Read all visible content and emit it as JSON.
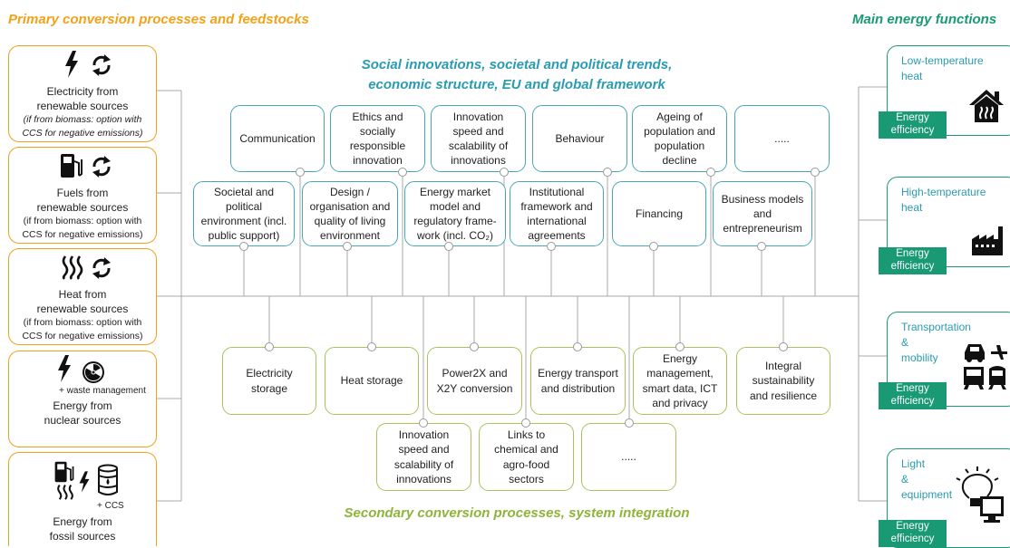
{
  "headers": {
    "left": "Primary conversion processes and feedstocks",
    "right": "Main energy functions",
    "top_line1": "Social innovations, societal and political trends,",
    "top_line2": "economic structure, EU and global framework",
    "bottom": "Secondary conversion processes, system integration"
  },
  "primary": [
    {
      "l1": "Electricity from",
      "l2": "renewable sources",
      "n1": "(if from biomass: option with",
      "n2": "CCS for negative emissions)"
    },
    {
      "l1": "Fuels from",
      "l2": "renewable sources",
      "n1": "(if from biomass: option with",
      "n2": "CCS for negative emissions)"
    },
    {
      "l1": "Heat from",
      "l2": "renewable sources",
      "n1": "(if from biomass: option with",
      "n2": "CCS for negative emissions)"
    },
    {
      "l1": "Energy from",
      "l2": "nuclear sources",
      "extra": "+ waste management"
    },
    {
      "l1": "Energy from",
      "l2": "fossil sources",
      "extra": "+ CCS"
    }
  ],
  "functions": [
    {
      "l1": "Low-temperature",
      "l2": "heat",
      "eff1": "Energy",
      "eff2": "efficiency"
    },
    {
      "l1": "High-temperature",
      "l2": "heat",
      "eff1": "Energy",
      "eff2": "efficiency"
    },
    {
      "l1": "Transportation",
      "l2": "&",
      "l3": "mobility",
      "eff1": "Energy",
      "eff2": "efficiency"
    },
    {
      "l1": "Light",
      "l2": "&",
      "l3": "equipment",
      "eff1": "Energy",
      "eff2": "efficiency"
    }
  ],
  "social_top": [
    {
      "lines": [
        "Communication"
      ]
    },
    {
      "lines": [
        "Ethics and",
        "socially",
        "responsible",
        "innovation"
      ]
    },
    {
      "lines": [
        "Innovation",
        "speed and",
        "scalability of",
        "innovations"
      ]
    },
    {
      "lines": [
        "Behaviour"
      ]
    },
    {
      "lines": [
        "Ageing of",
        "population and",
        "population",
        "decline"
      ]
    },
    {
      "lines": [
        "....."
      ]
    }
  ],
  "social_mid": [
    {
      "lines": [
        "Societal and",
        "political",
        "environment (incl.",
        "public support)"
      ]
    },
    {
      "lines": [
        "Design /",
        "organisation and",
        "quality of living",
        "environment"
      ]
    },
    {
      "lines": [
        "Energy market",
        "model and",
        "regulatory frame-",
        "work (incl. CO₂)"
      ]
    },
    {
      "lines": [
        "Institutional",
        "framework and",
        "international",
        "agreements"
      ]
    },
    {
      "lines": [
        "Financing"
      ]
    },
    {
      "lines": [
        "Business models",
        "and",
        "entrepreneurism"
      ]
    }
  ],
  "secondary_top": [
    {
      "lines": [
        "Electricity",
        "storage"
      ]
    },
    {
      "lines": [
        "Heat storage"
      ]
    },
    {
      "lines": [
        "Power2X and",
        "X2Y conversion"
      ]
    },
    {
      "lines": [
        "Energy transport",
        "and distribution"
      ]
    },
    {
      "lines": [
        "Energy",
        "management,",
        "smart data, ICT",
        "and privacy"
      ]
    },
    {
      "lines": [
        "Integral",
        "sustainability",
        "and resilience"
      ]
    }
  ],
  "secondary_bottom": [
    {
      "lines": [
        "Innovation",
        "speed and",
        "scalability of",
        "innovations"
      ]
    },
    {
      "lines": [
        "Links to",
        "chemical and",
        "agro-food",
        "sectors"
      ]
    },
    {
      "lines": [
        "....."
      ]
    }
  ]
}
